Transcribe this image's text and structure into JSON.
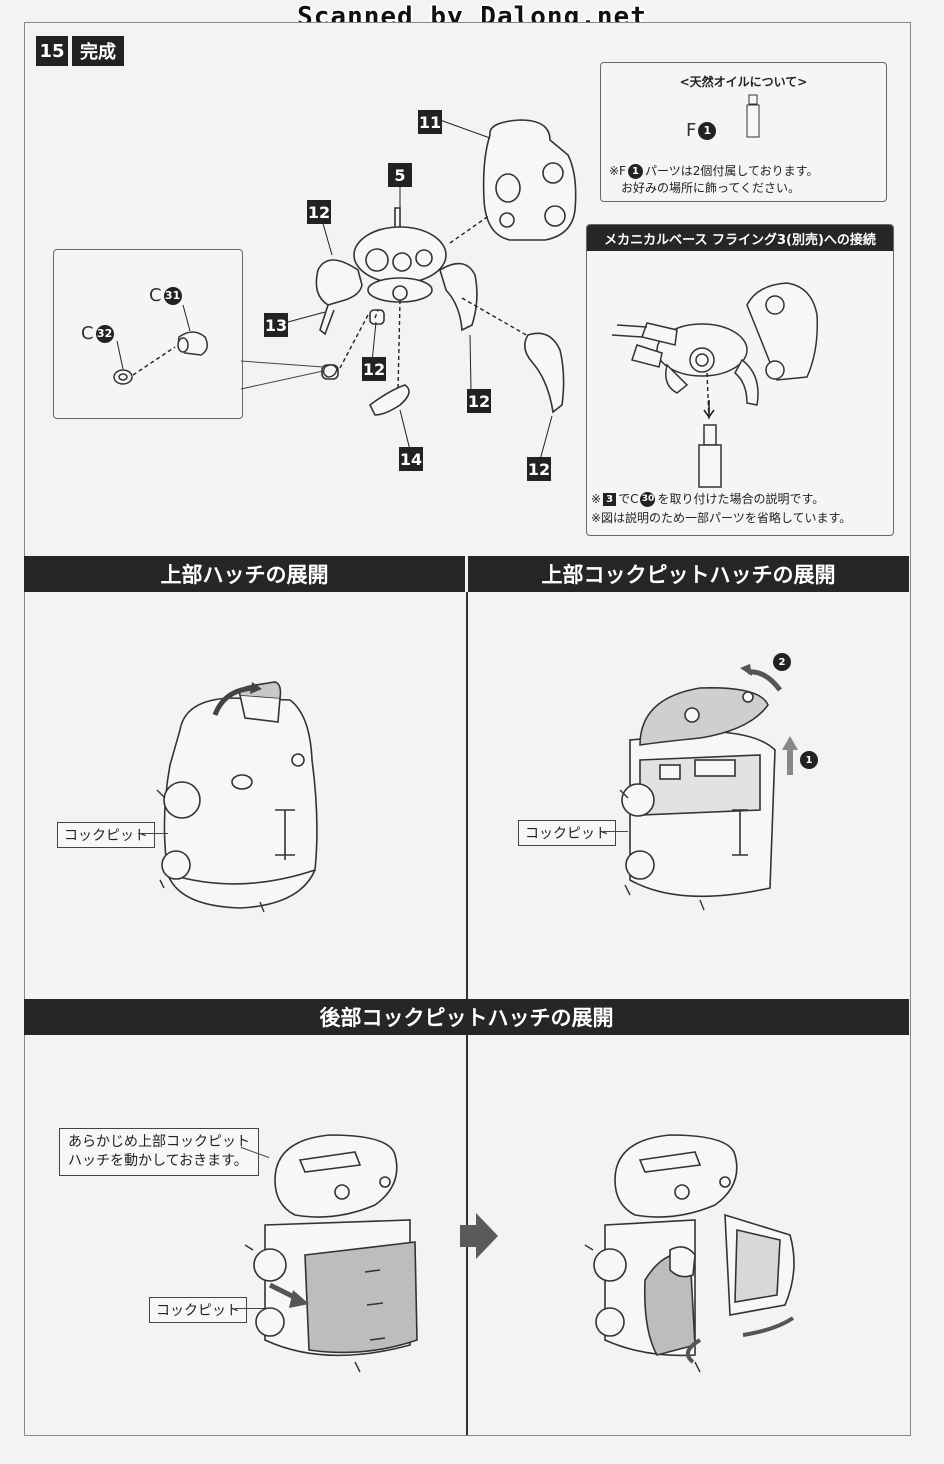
{
  "watermark": "Scanned by Dalong.net",
  "step": {
    "number": "15",
    "title": "完成"
  },
  "callouts": [
    "11",
    "5",
    "12",
    "13",
    "12",
    "12",
    "14",
    "12"
  ],
  "detail_parts": {
    "a_letter": "C",
    "a_num": "31",
    "b_letter": "C",
    "b_num": "32"
  },
  "oil_note": {
    "title": "<天然オイルについて>",
    "part_letter": "F",
    "part_num": "1",
    "line1_pre": "※F",
    "line1_num": "1",
    "line1_post": "パーツは2個付属しております。",
    "line2": "お好みの場所に飾ってください。"
  },
  "connection_note": {
    "title": "メカニカルベース フライング3(別売)への接続",
    "line1_pre": "※",
    "line1_num1": "3",
    "line1_mid": "でC",
    "line1_num2": "30",
    "line1_post": "を取り付けた場合の説明です。",
    "line2": "※図は説明のため一部パーツを省略しています。"
  },
  "sections": {
    "upper_hatch": {
      "title": "上部ハッチの展開",
      "label": "コックピット"
    },
    "upper_cockpit": {
      "title": "上部コックピットハッチの展開",
      "label": "コックピット",
      "step1": "1",
      "step2": "2"
    },
    "rear_cockpit": {
      "title": "後部コックピットハッチの展開",
      "note_line1": "あらかじめ上部コックピット",
      "note_line2": "ハッチを動かしておきます。",
      "label": "コックピット"
    }
  }
}
